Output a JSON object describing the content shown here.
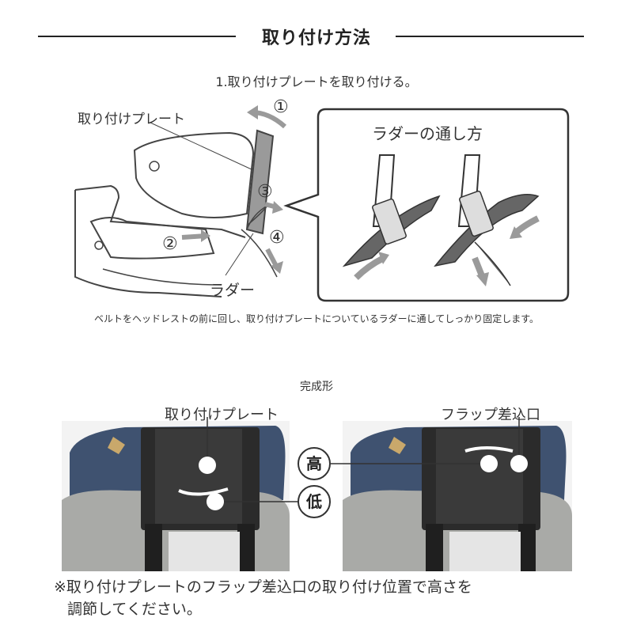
{
  "header": {
    "title": "取り付け方法"
  },
  "step1": {
    "title": "1.取り付けプレートを取り付ける。",
    "plate_label": "取り付けプレート",
    "ladder_label": "ラダー",
    "numbers": [
      "①",
      "②",
      "③",
      "④"
    ],
    "inset_title": "ラダーの通し方",
    "caption": "ベルトをヘッドレストの前に回し、取り付けプレートについているラダーに通してしっかり固定します。"
  },
  "result": {
    "title": "完成形",
    "left_label": "取り付けプレート",
    "right_label": "フラップ差込口",
    "high": "高",
    "low": "低"
  },
  "note": {
    "line1": "※取り付けプレートのフラップ差込口の取り付け位置で高さを",
    "line2": "調節してください。"
  },
  "colors": {
    "seat_navy": "#3f5270",
    "plate_black": "#2b2b2b",
    "arrow_gray": "#8a8a8a",
    "shell_gray": "#a9aaa7"
  }
}
